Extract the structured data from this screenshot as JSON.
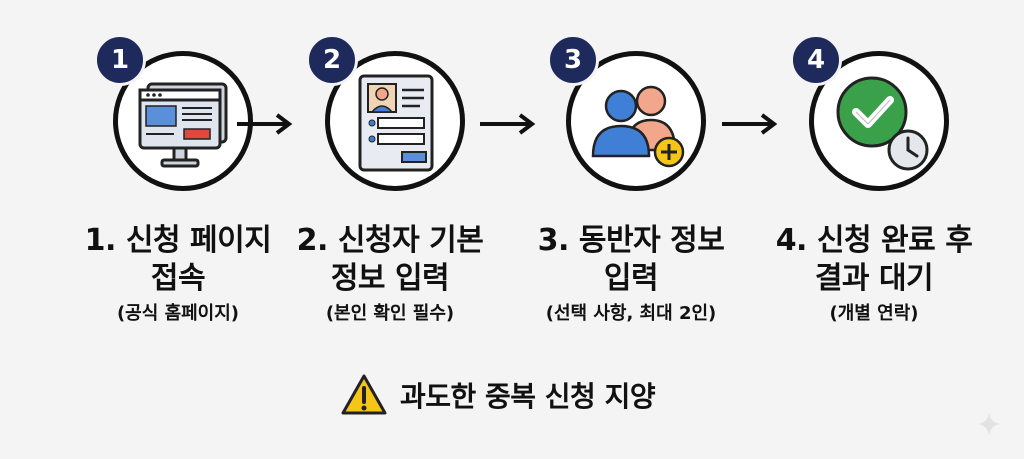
{
  "steps": [
    {
      "number": "1",
      "title_lines": [
        "1. 신청 페이지",
        "접속"
      ],
      "subtitle": "(공식 홈페이지)",
      "icon": "computer-monitor-icon"
    },
    {
      "number": "2",
      "title_lines": [
        "2. 신청자 기본",
        "정보 입력"
      ],
      "subtitle": "(본인 확인 필수)",
      "icon": "profile-form-icon"
    },
    {
      "number": "3",
      "title_lines": [
        "3. 동반자 정보",
        "입력"
      ],
      "subtitle": "(선택 사항, 최대 2인)",
      "icon": "add-people-icon"
    },
    {
      "number": "4",
      "title_lines": [
        "4. 신청 완료 후",
        "결과 대기"
      ],
      "subtitle": "(개별 연락)",
      "icon": "check-clock-icon"
    }
  ],
  "warning": {
    "icon": "warning-triangle-icon",
    "text": "과도한 중복 신청 지양"
  },
  "colors": {
    "badge": "#1f2a5c",
    "background": "#f4f4f4",
    "check_green": "#3aa14a",
    "warning_yellow": "#f5c518",
    "person_blue": "#3f7fd6",
    "person_peach": "#f2a68c",
    "input_blue": "#5b8fd9"
  }
}
